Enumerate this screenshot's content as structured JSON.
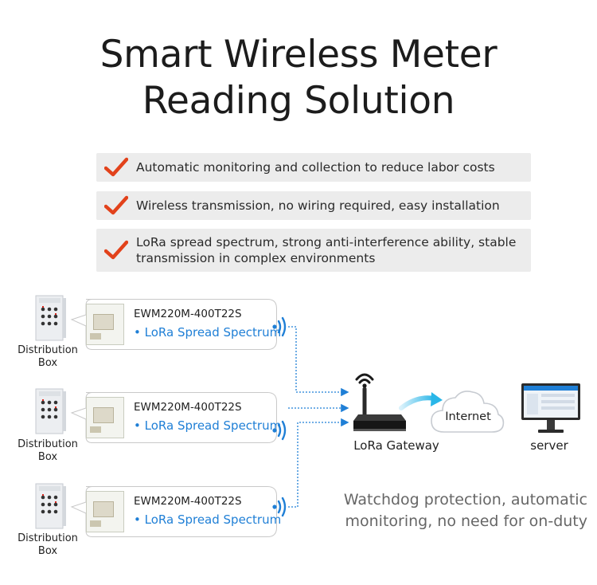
{
  "title": {
    "line1": "Smart Wireless Meter",
    "line2": "Reading Solution"
  },
  "features": [
    {
      "text": "Automatic monitoring and collection to reduce labor costs"
    },
    {
      "text": "Wireless transmission, no wiring required, easy installation"
    },
    {
      "text_line1": "LoRa spread spectrum, strong anti-interference ability, stable",
      "text_line2": "transmission in complex environments"
    }
  ],
  "nodes": [
    {
      "box_label_line1": "Distribution",
      "box_label_line2": "Box",
      "model": "EWM220M-400T22S",
      "tech": "• LoRa Spread Spectrum"
    },
    {
      "box_label_line1": "Distribution",
      "box_label_line2": "Box",
      "model": "EWM220M-400T22S",
      "tech": "• LoRa Spread Spectrum"
    },
    {
      "box_label_line1": "Distribution",
      "box_label_line2": "Box",
      "model": "EWM220M-400T22S",
      "tech": "• LoRa Spread Spectrum"
    }
  ],
  "gateway": {
    "label": "LoRa Gateway"
  },
  "cloud": {
    "label": "Internet"
  },
  "server": {
    "label": "server"
  },
  "watchdog": {
    "line1": "Watchdog protection, automatic",
    "line2": "monitoring, no need for on-duty"
  },
  "colors": {
    "accent_check": "#e2421b",
    "link_blue": "#1f7fd6",
    "arrow_cyan": "#29b6e8"
  }
}
